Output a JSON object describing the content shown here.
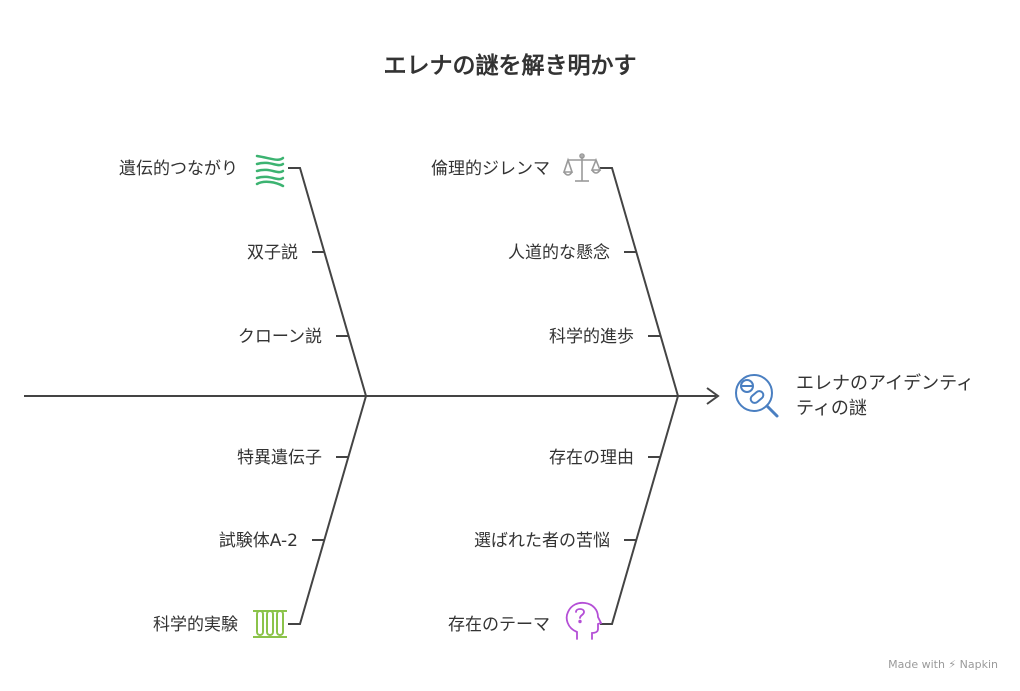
{
  "title": "エレナの謎を解き明かす",
  "head": {
    "line1": "エレナのアイデンティ",
    "line2": "ティの謎"
  },
  "upper_left": {
    "category": "遺伝的つながり",
    "causes": [
      "双子説",
      "クローン説"
    ]
  },
  "upper_right": {
    "category": "倫理的ジレンマ",
    "causes": [
      "人道的な懸念",
      "科学的進歩"
    ]
  },
  "lower_left": {
    "category": "科学的実験",
    "causes": [
      "特異遺伝子",
      "試験体A-2"
    ]
  },
  "lower_right": {
    "category": "存在のテーマ",
    "causes": [
      "存在の理由",
      "選ばれた者の苦悩"
    ]
  },
  "watermark": "Made with ⚡ Napkin",
  "colors": {
    "line": "#444444",
    "dna_icon": "#3cb371",
    "scale_icon": "#9a9a9a",
    "lab_icon": "#8bc34a",
    "mind_icon": "#b44fd6",
    "head_icon": "#4a7fc1"
  }
}
